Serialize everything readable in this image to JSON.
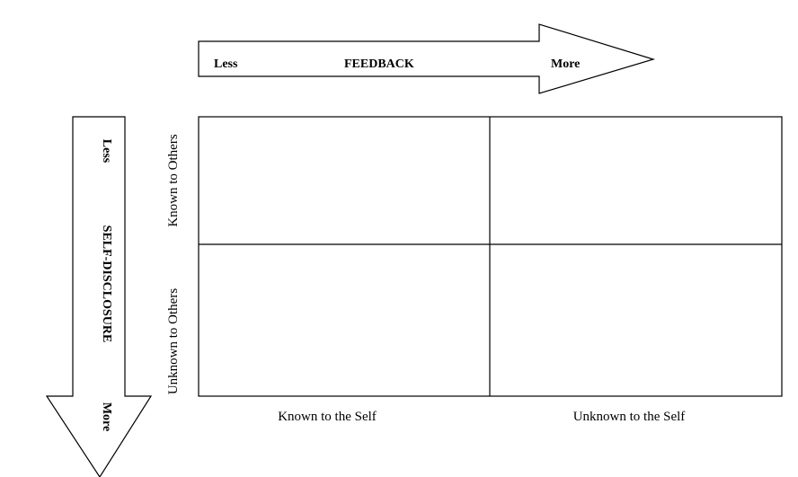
{
  "feedback_arrow": {
    "start_label": "Less",
    "title": "FEEDBACK",
    "end_label": "More"
  },
  "disclosure_arrow": {
    "start_label": "Less",
    "title": "SELF-DISCLOSURE",
    "end_label": "More"
  },
  "rows": {
    "top": "Known to Others",
    "bottom": "Unknown to Others"
  },
  "columns": {
    "left": "Known to the Self",
    "right": "Unknown to the Self"
  }
}
